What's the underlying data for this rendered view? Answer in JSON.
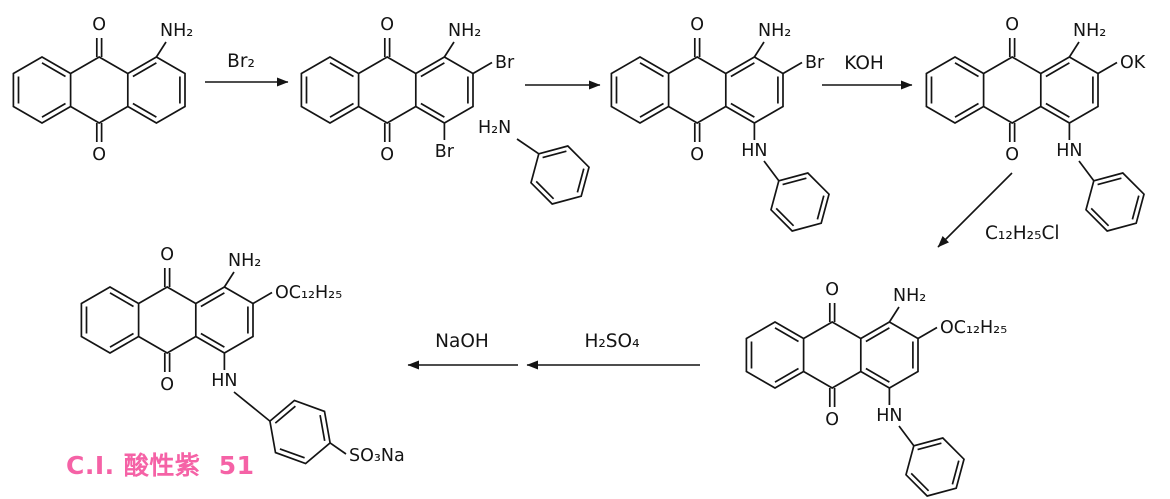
{
  "colors": {
    "background": "#ffffff",
    "bond": "#141414",
    "caption_pink": "#f562a6"
  },
  "structures": {
    "s1": {
      "o_top": "O",
      "o_bottom": "O",
      "amine": "NH₂"
    },
    "s2": {
      "o_top": "O",
      "o_bottom": "O",
      "amine": "NH₂",
      "pos2": "Br",
      "pos4": "Br"
    },
    "s3": {
      "o_top": "O",
      "o_bottom": "O",
      "amine": "NH₂",
      "pos2": "Br",
      "nh": "HN"
    },
    "s4": {
      "o_top": "O",
      "o_bottom": "O",
      "amine": "NH₂",
      "pos2": "OK",
      "nh": "HN"
    },
    "s5": {
      "o_top": "O",
      "o_bottom": "O",
      "amine": "NH₂",
      "pos2": "OC₁₂H₂₅",
      "nh": "HN"
    },
    "s6": {
      "o_top": "O",
      "o_bottom": "O",
      "amine": "NH₂",
      "pos2": "OC₁₂H₂₅",
      "nh": "HN",
      "sulfo": "SO₃Na"
    }
  },
  "reagents": {
    "step1": "Br₂",
    "step2_amine": "H₂N",
    "step3": "KOH",
    "step4": "C₁₂H₂₅Cl",
    "step5_h2so4": "H₂SO₄",
    "step6_naoh": "NaOH"
  },
  "product_caption": {
    "text": "C.I. 酸性紫  51"
  }
}
